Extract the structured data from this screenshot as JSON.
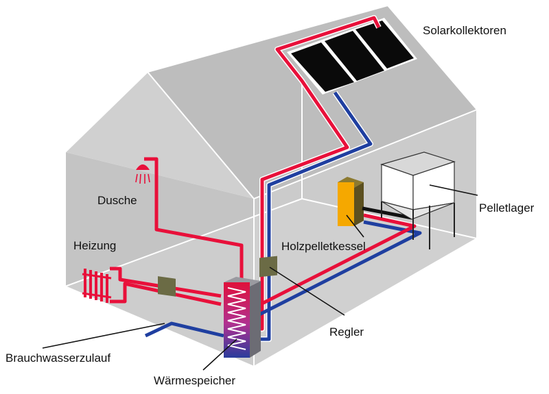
{
  "labels": {
    "solar": "Solarkollektoren",
    "shower": "Dusche",
    "heating": "Heizung",
    "pellet_store": "Pelletlager",
    "boiler": "Holzpelletkessel",
    "controller": "Regler",
    "cold_water": "Brauchwasserzulauf",
    "storage": "Wärmespeicher"
  },
  "colors": {
    "house": "#c8c8c8",
    "flow_hot": "#e8103a",
    "flow_cold": "#1f3fa0",
    "solar_panel": "#0a0a0a",
    "boiler": "#f5a800",
    "controller": "#6b6b45"
  },
  "icons": {
    "shower": "shower-head-icon",
    "radiator": "radiator-icon"
  }
}
